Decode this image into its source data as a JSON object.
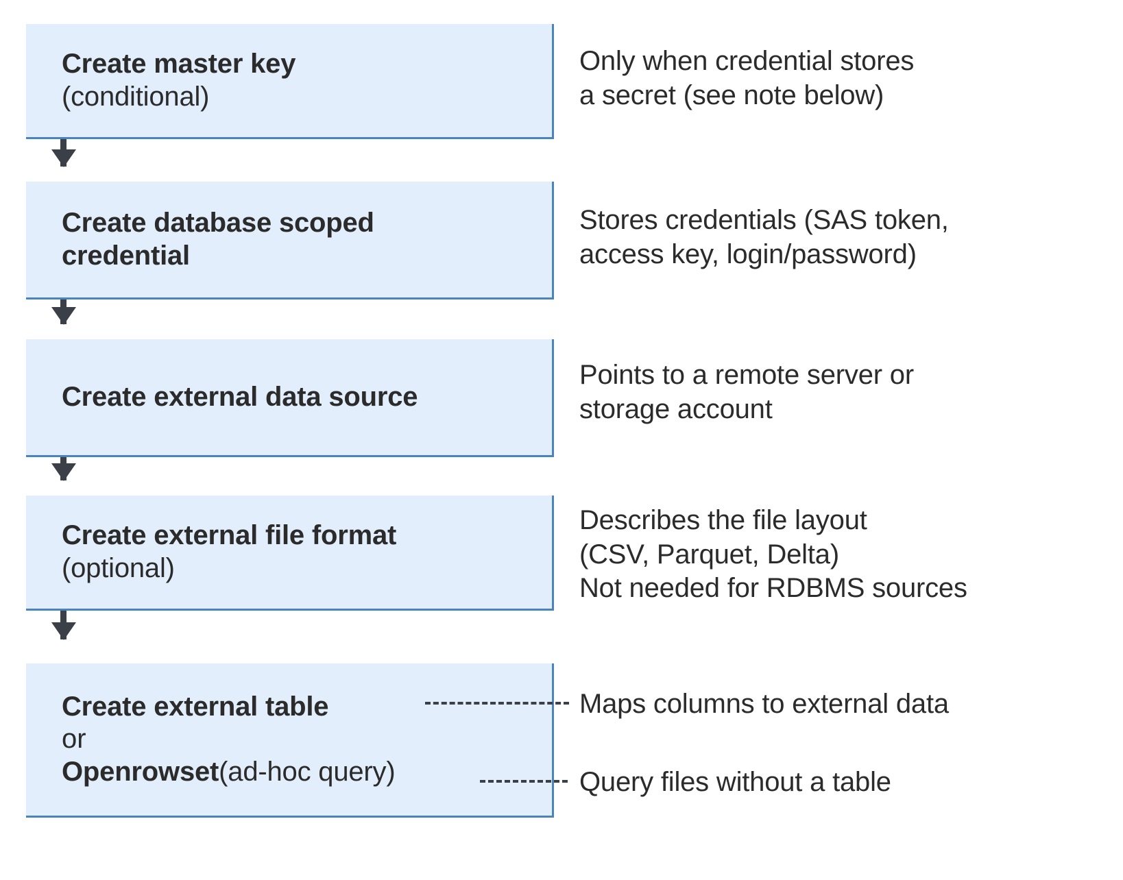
{
  "diagram": {
    "type": "flowchart",
    "orientation": "vertical",
    "colors": {
      "box_fill": "#e2eefb",
      "box_border": "#4a84bd",
      "arrow": "#3b3f47",
      "text": "#2b2b2b"
    },
    "steps": [
      {
        "id": "master-key",
        "title": "Create master key",
        "subtitle": "(conditional)",
        "note": "Only when credential stores\na secret (see note below)"
      },
      {
        "id": "scoped-credential",
        "title": "Create database scoped",
        "subtitle": "credential",
        "note": "Stores credentials (SAS token,\naccess key, login/password)"
      },
      {
        "id": "data-source",
        "title": "Create external data source",
        "subtitle": "",
        "note": "Points to a remote server or\nstorage account"
      },
      {
        "id": "file-format",
        "title": "Create external file format",
        "subtitle": "(optional)",
        "note": "Describes the file layout\n(CSV, Parquet, Delta)\nNot needed for RDBMS sources"
      }
    ],
    "final_step": {
      "id": "external-table",
      "title": "Create external table",
      "or_label": "or",
      "alt_title_bold": "Openrowset",
      "alt_title_normal": " (ad-hoc query)",
      "note_table": "Maps columns to external data",
      "note_openrowset": "Query files without a table"
    }
  }
}
